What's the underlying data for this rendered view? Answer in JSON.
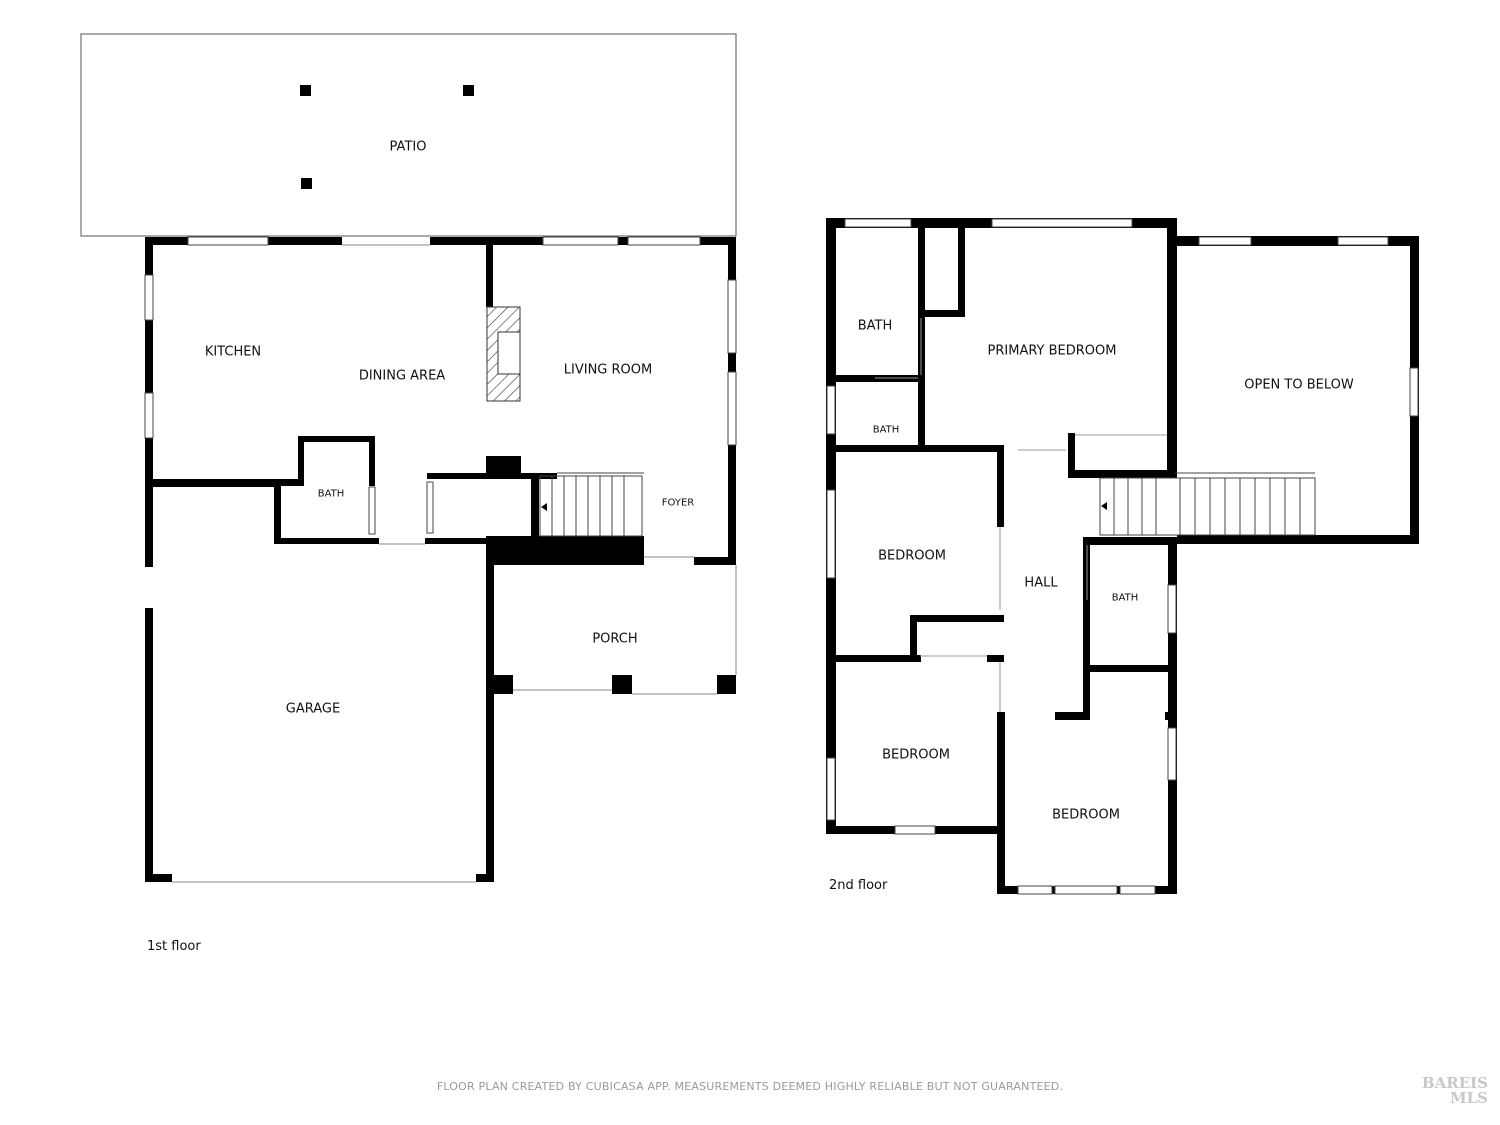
{
  "first_floor": {
    "caption": "1st floor",
    "rooms": {
      "patio": "PATIO",
      "kitchen": "KITCHEN",
      "dining": "DINING AREA",
      "living": "LIVING ROOM",
      "bath": "BATH",
      "foyer": "FOYER",
      "porch": "PORCH",
      "garage": "GARAGE"
    }
  },
  "second_floor": {
    "caption": "2nd floor",
    "rooms": {
      "bath_upper": "BATH",
      "bath_lower": "BATH",
      "primary": "PRIMARY BEDROOM",
      "open": "OPEN TO BELOW",
      "bedroom_1": "BEDROOM",
      "hall": "HALL",
      "bath_hall": "BATH",
      "bedroom_2": "BEDROOM",
      "bedroom_3": "BEDROOM"
    }
  },
  "footer": "FLOOR PLAN CREATED BY CUBICASA APP. MEASUREMENTS DEEMED HIGHLY RELIABLE BUT NOT GUARANTEED.",
  "logo": {
    "line1": "BAREIS",
    "line2": "MLS"
  },
  "colors": {
    "wall": "#000000",
    "thin": "#555555",
    "window": "#ffffff",
    "footer": "#9a9a9a"
  }
}
